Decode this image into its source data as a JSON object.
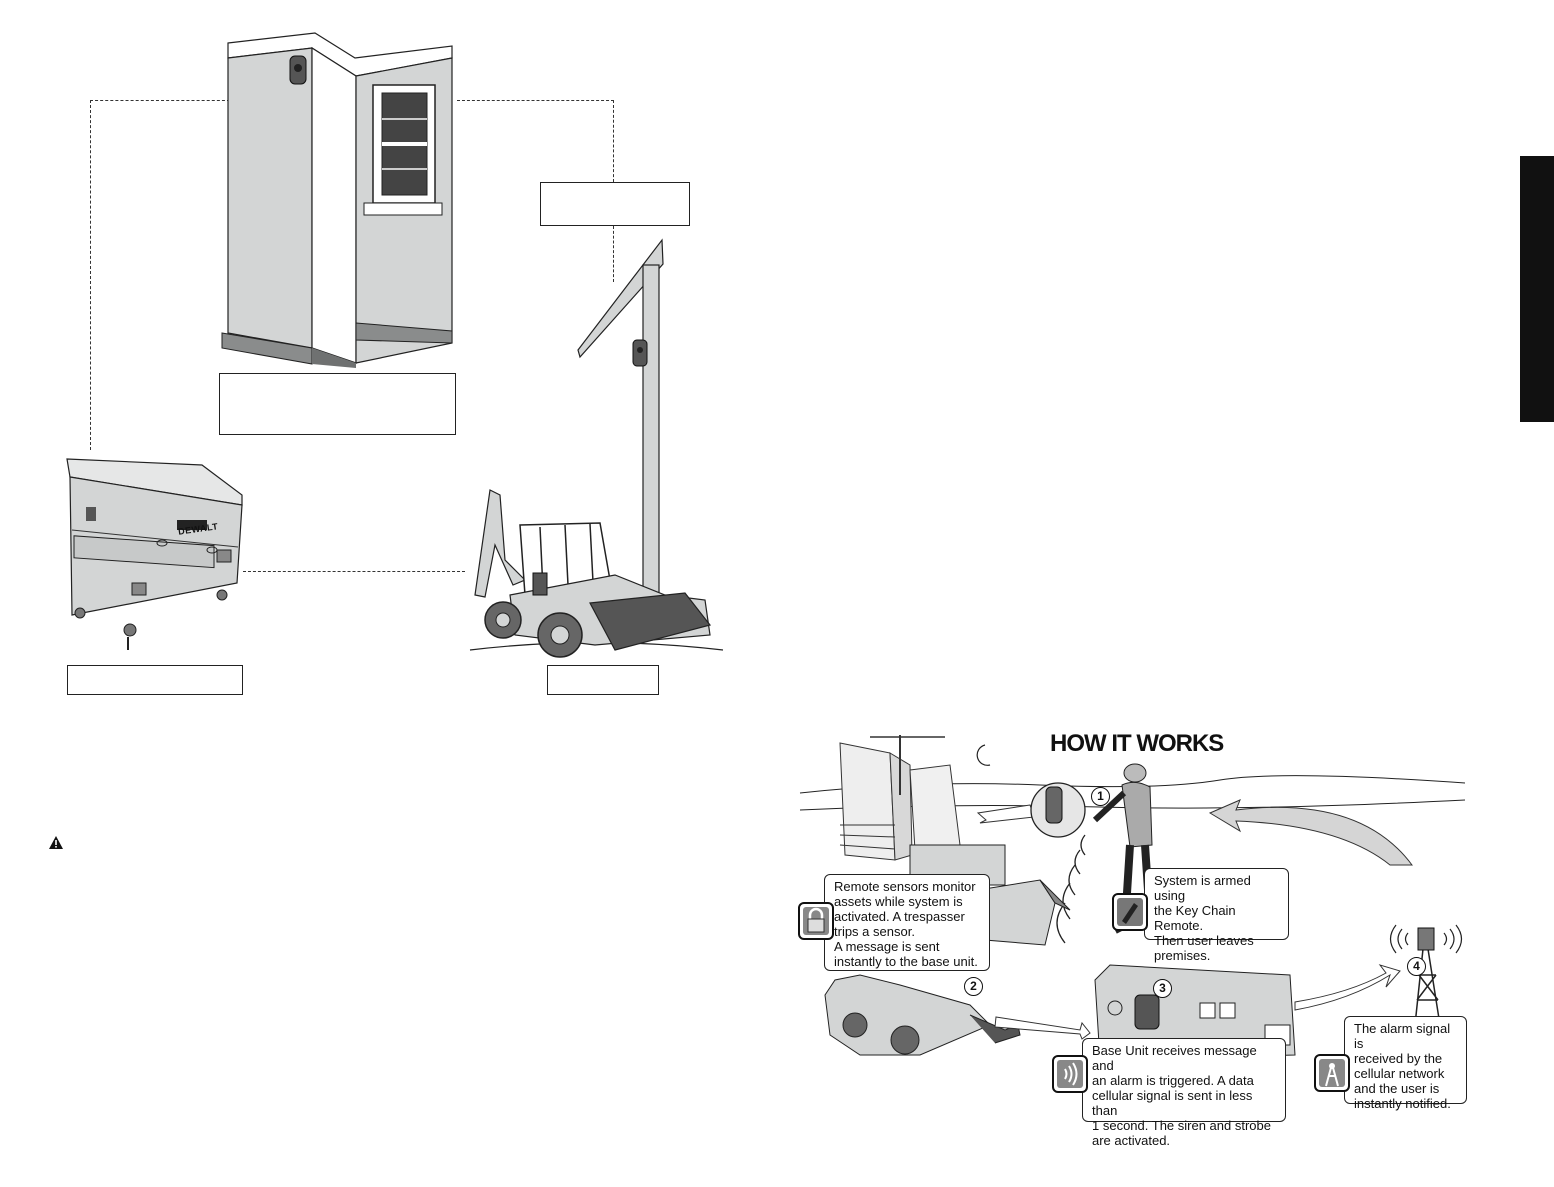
{
  "how_it_works": {
    "title": "HOW IT WORKS",
    "steps": [
      {
        "number": "1",
        "text": "System is armed using\nthe Key Chain Remote.\nThen user leaves\npremises.",
        "icon": "key-chain-remote-icon"
      },
      {
        "number": "2",
        "text": "Remote sensors monitor\nassets while system is\nactivated. A trespasser\ntrips a sensor.\nA message is sent\ninstantly to the base unit.",
        "icon": "padlock-icon"
      },
      {
        "number": "3",
        "text": "Base Unit receives message and\nan alarm is triggered.  A data\ncellular signal is sent in less than\n1 second. The siren and strobe\nare activated.",
        "icon": "signal-waves-icon"
      },
      {
        "number": "4",
        "text": "The alarm signal is\nreceived by the\ncellular network\nand the user is\ninstantly notified.",
        "icon": "cell-tower-icon"
      }
    ]
  },
  "brand_label": "DEWALT",
  "colors": {
    "panel": "#d3d5d5",
    "ink": "#111111",
    "tab": "#111111"
  }
}
